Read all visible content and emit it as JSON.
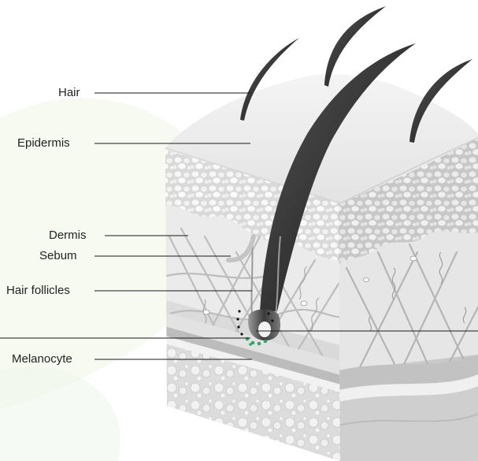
{
  "labels": {
    "hair": "Hair",
    "epidermis": "Epidermis",
    "dermis": "Dermis",
    "sebum": "Sebum",
    "hair_follicles": "Hair follicles",
    "melanocyte": "Melanocyte"
  },
  "colors": {
    "background": "#ffffff",
    "label_text": "#222222",
    "leader_line": "#1a1a1a",
    "hair_shaft": "#2a2a2a",
    "epidermis_top": "#eeeeee",
    "dermis_mesh": "#bdbdbd",
    "melanocyte_dots": "#2ea865",
    "background_swirl": "#eef5e6"
  }
}
